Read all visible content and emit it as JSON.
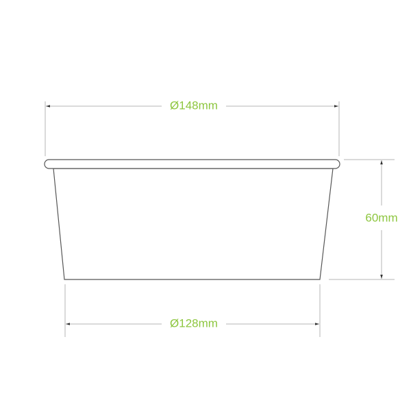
{
  "dimensions": {
    "top_diameter": "Ø148mm",
    "height": "60mm",
    "bottom_diameter": "Ø128mm"
  },
  "colors": {
    "label": "#8dc63f",
    "outline": "#555555",
    "dimension_line": "#b5b5b5"
  }
}
